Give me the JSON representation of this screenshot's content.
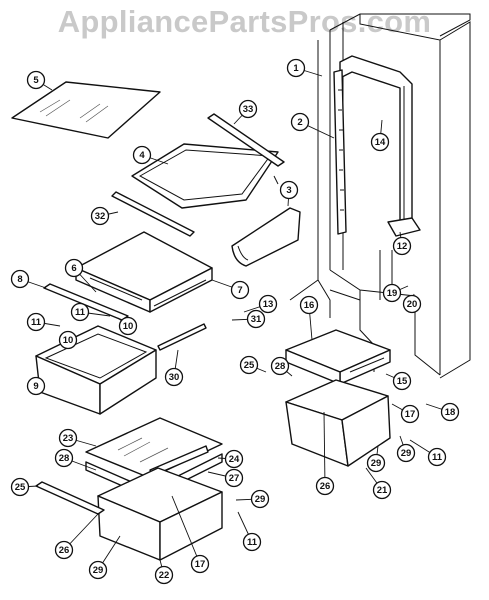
{
  "watermark": "AppliancePartsPros.com",
  "callouts": [
    {
      "id": "c1",
      "label": "1"
    },
    {
      "id": "c2",
      "label": "2"
    },
    {
      "id": "c3",
      "label": "3"
    },
    {
      "id": "c4",
      "label": "4"
    },
    {
      "id": "c5",
      "label": "5"
    },
    {
      "id": "c6",
      "label": "6"
    },
    {
      "id": "c7",
      "label": "7"
    },
    {
      "id": "c8",
      "label": "8"
    },
    {
      "id": "c9",
      "label": "9"
    },
    {
      "id": "c10a",
      "label": "10"
    },
    {
      "id": "c10b",
      "label": "10"
    },
    {
      "id": "c11a",
      "label": "11"
    },
    {
      "id": "c11b",
      "label": "11"
    },
    {
      "id": "c11c",
      "label": "11"
    },
    {
      "id": "c11d",
      "label": "11"
    },
    {
      "id": "c12",
      "label": "12"
    },
    {
      "id": "c13",
      "label": "13"
    },
    {
      "id": "c14",
      "label": "14"
    },
    {
      "id": "c15",
      "label": "15"
    },
    {
      "id": "c16",
      "label": "16"
    },
    {
      "id": "c17a",
      "label": "17"
    },
    {
      "id": "c17b",
      "label": "17"
    },
    {
      "id": "c18",
      "label": "18"
    },
    {
      "id": "c19",
      "label": "19"
    },
    {
      "id": "c20",
      "label": "20"
    },
    {
      "id": "c21",
      "label": "21"
    },
    {
      "id": "c22",
      "label": "22"
    },
    {
      "id": "c23",
      "label": "23"
    },
    {
      "id": "c24",
      "label": "24"
    },
    {
      "id": "c25a",
      "label": "25"
    },
    {
      "id": "c25b",
      "label": "25"
    },
    {
      "id": "c26a",
      "label": "26"
    },
    {
      "id": "c26b",
      "label": "26"
    },
    {
      "id": "c27",
      "label": "27"
    },
    {
      "id": "c28a",
      "label": "28"
    },
    {
      "id": "c28b",
      "label": "28"
    },
    {
      "id": "c29a",
      "label": "29"
    },
    {
      "id": "c29b",
      "label": "29"
    },
    {
      "id": "c29c",
      "label": "29"
    },
    {
      "id": "c29d",
      "label": "29"
    },
    {
      "id": "c30",
      "label": "30"
    },
    {
      "id": "c31",
      "label": "31"
    },
    {
      "id": "c32",
      "label": "32"
    },
    {
      "id": "c33",
      "label": "33"
    }
  ]
}
